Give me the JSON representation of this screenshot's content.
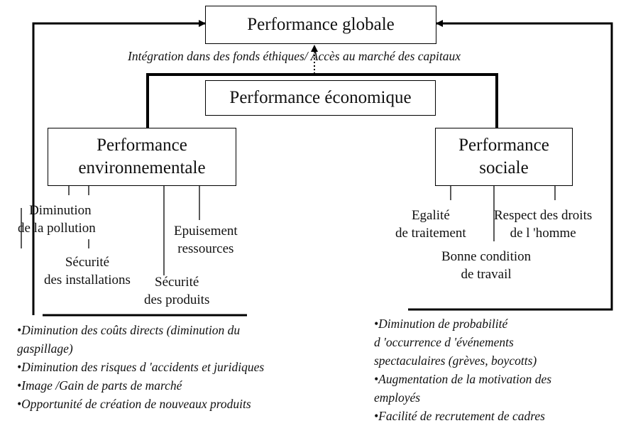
{
  "boxes": {
    "global": "Performance globale",
    "economique": "Performance économique",
    "env_line1": "Performance",
    "env_line2": "environnementale",
    "soc_line1": "Performance",
    "soc_line2": "sociale"
  },
  "integration": "Intégration dans des fonds éthiques/ Accès au marché des capitaux",
  "env_items": {
    "pollution_1": "Diminution",
    "pollution_2": "de la pollution",
    "installations_1": "Sécurité",
    "installations_2": "des installations",
    "produits_1": "Sécurité",
    "produits_2": "des produits",
    "ressources_1": "Epuisement",
    "ressources_2": "ressources"
  },
  "soc_items": {
    "egalite_1": "Egalité",
    "egalite_2": "de traitement",
    "droits_1": "Respect des droits",
    "droits_2": "de l 'homme",
    "condition_1": "Bonne condition",
    "condition_2": "de travail"
  },
  "env_benefits": [
    "•Diminution des coûts directs (diminution du",
    "gaspillage)",
    "•Diminution des risques d 'accidents et juridiques",
    "•Image /Gain de parts de marché",
    "•Opportunité de création de nouveaux produits"
  ],
  "soc_benefits": [
    "•Diminution de probabilité",
    "d 'occurrence d 'événements",
    "spectaculaires (grèves, boycotts)",
    "•Augmentation de la motivation des",
    "employés",
    "•Facilité de recrutement de cadres"
  ]
}
